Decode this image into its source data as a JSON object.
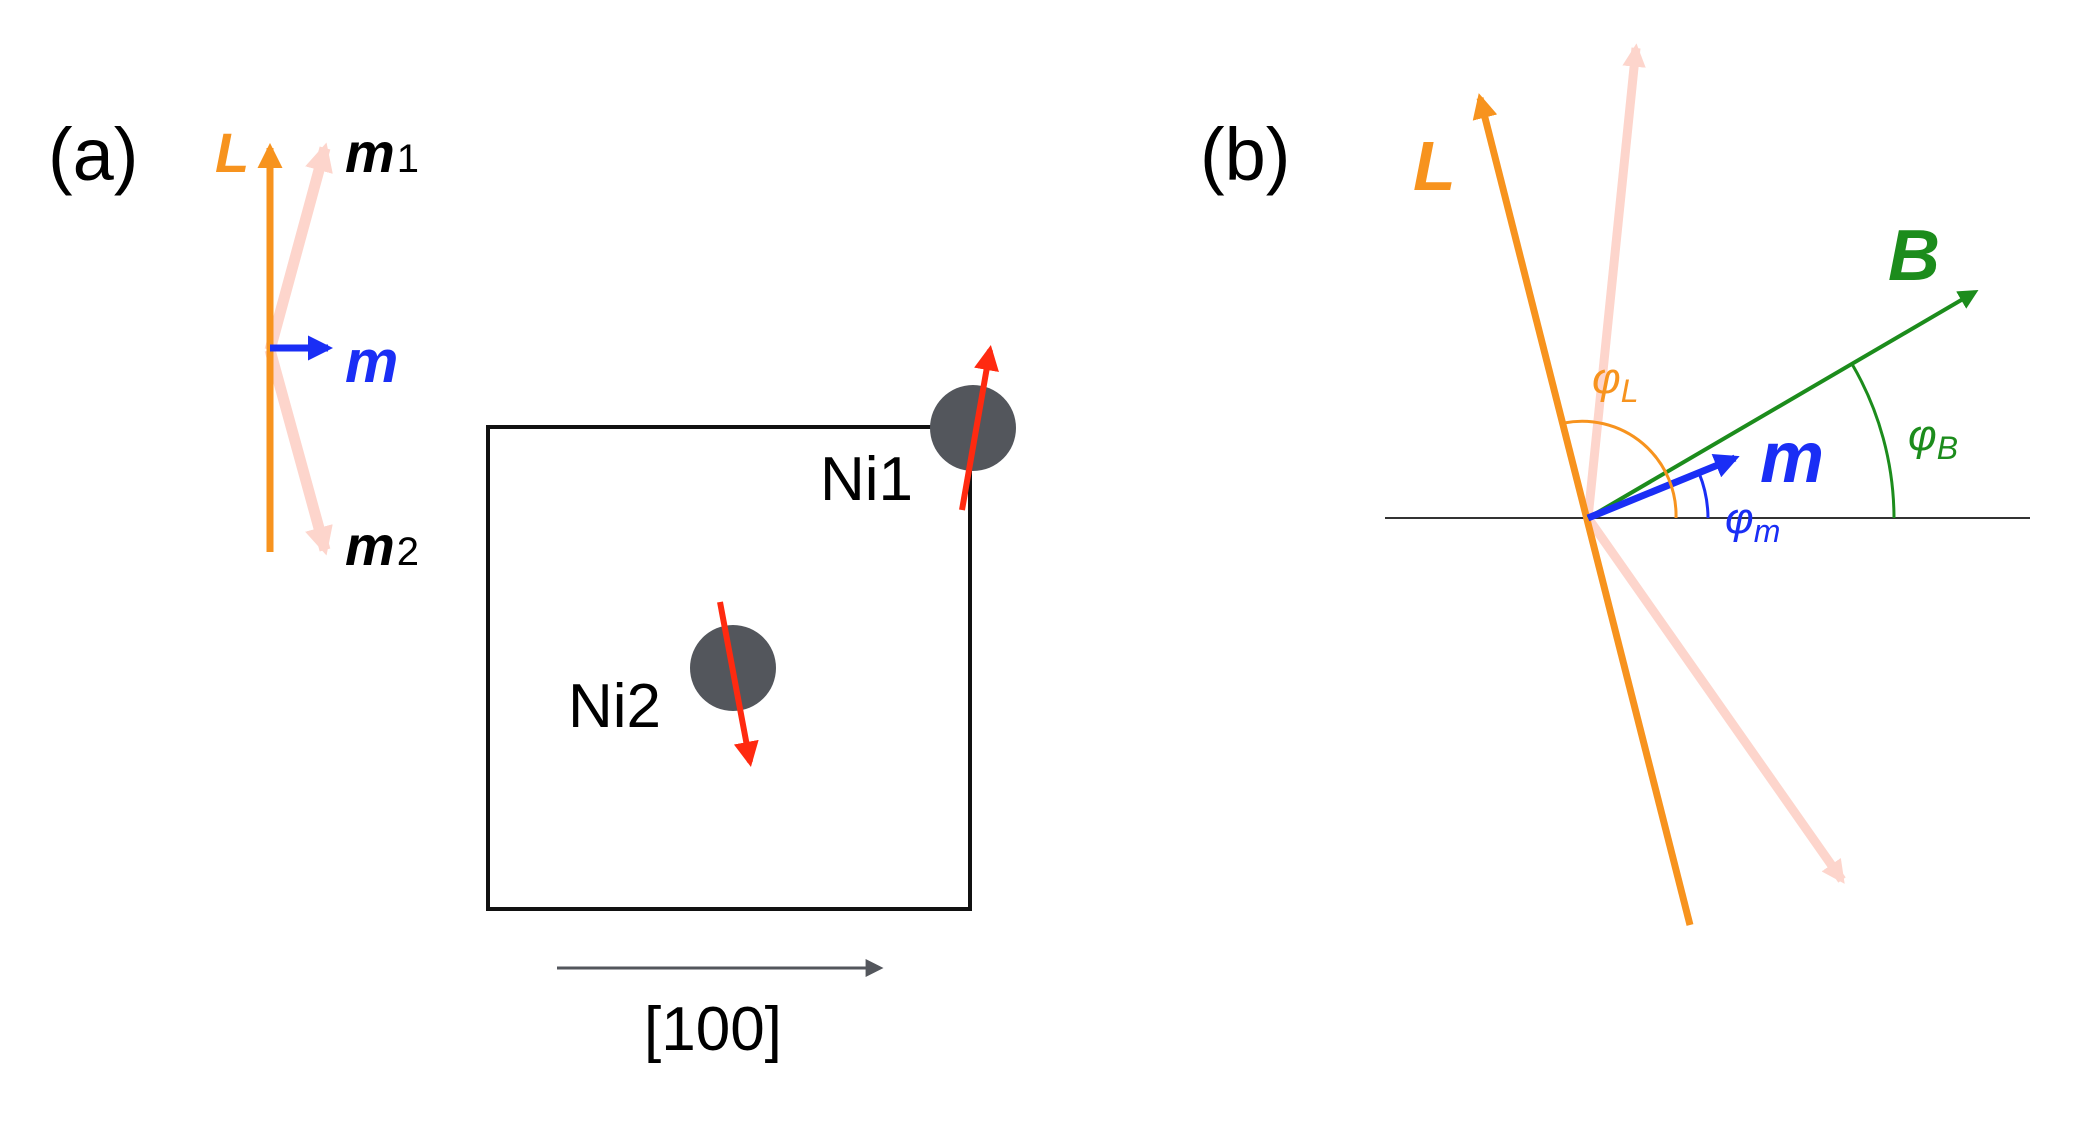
{
  "colors": {
    "L": "#F7931E",
    "m": "#1A2EF5",
    "m_faded": "#FDD5CC",
    "B": "#1C8C1C",
    "spin": "#FF2A10",
    "atom": "#53565C",
    "axis": "#53565C",
    "cell": "#111111"
  },
  "panel_a": {
    "label": "(a)",
    "L_label": "L",
    "m_label": "m",
    "m1_label": "m",
    "m1_sub": "1",
    "m2_label": "m",
    "m2_sub": "2",
    "ni1_label": "Ni1",
    "ni2_label": "Ni2",
    "direction_label": "[100]"
  },
  "panel_b": {
    "label": "(b)",
    "L_label": "L",
    "B_label": "B",
    "m_label": "m",
    "phi_symbol": "φ",
    "phi_L_sub": "L",
    "phi_B_sub": "B",
    "phi_m_sub": "m"
  }
}
